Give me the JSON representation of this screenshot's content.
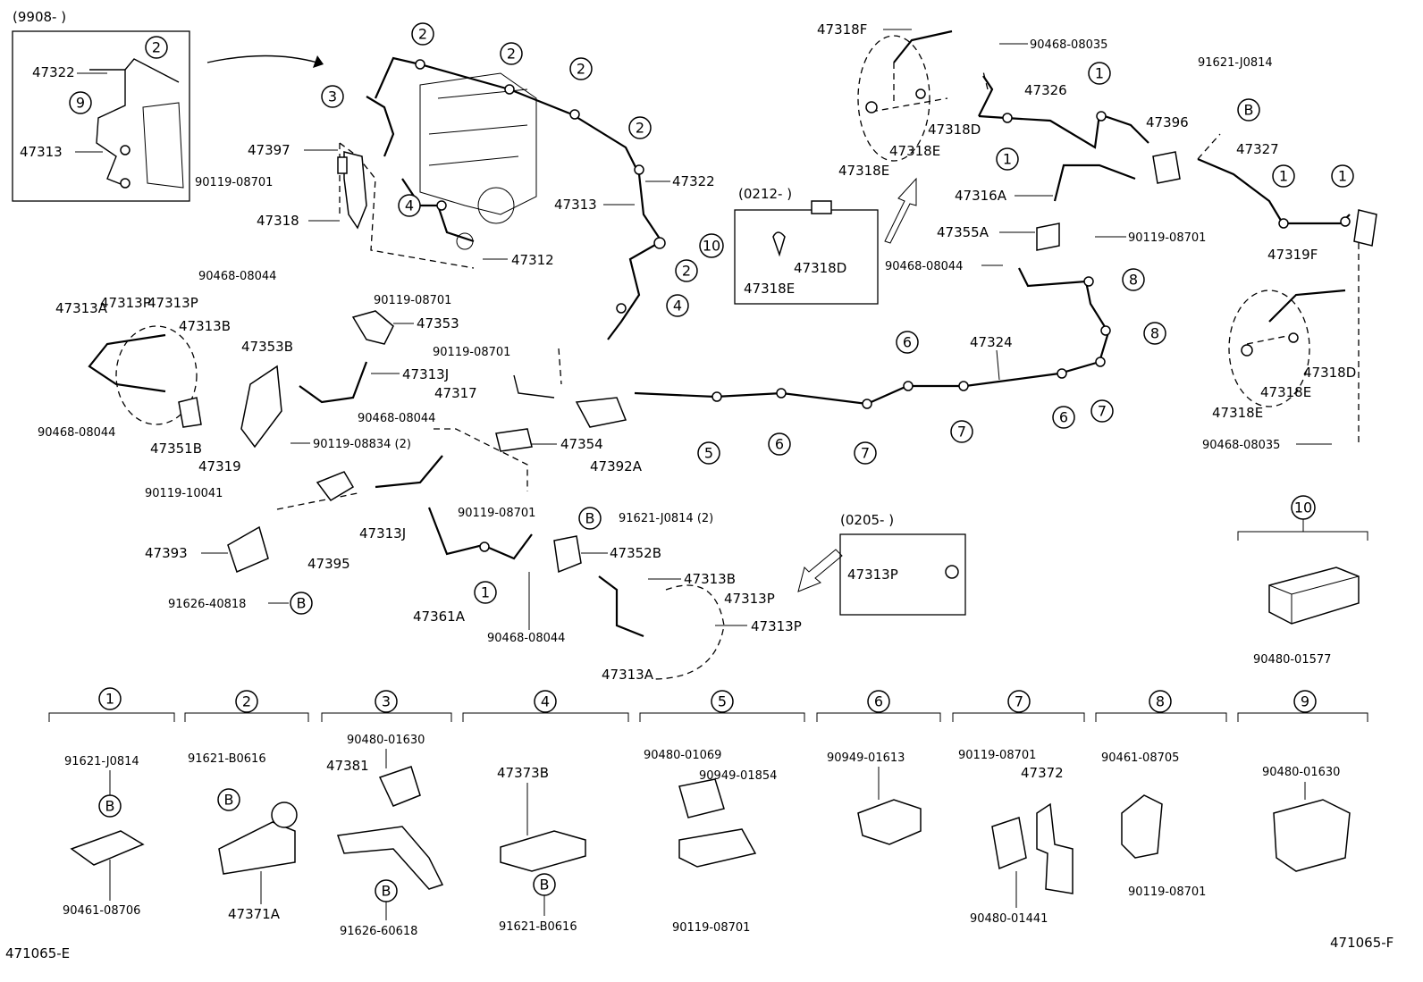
{
  "callouts": {
    "c1": "1",
    "c2": "2",
    "c3": "3",
    "c4": "4",
    "c5": "5",
    "c6": "6",
    "c7": "7",
    "c8": "8",
    "c9": "9",
    "c10": "10",
    "cB": "B"
  },
  "insets": {
    "tl_date": "(9908-        )",
    "mid_date": "(0212-        )",
    "bot_date": "(0205-        )"
  },
  "labels": {
    "p47322_inset": "47322",
    "p47313_inset": "47313",
    "p47397": "47397",
    "p90119_08701_a": "90119-08701",
    "p47318": "47318",
    "p90468_08044_a": "90468-08044",
    "p90119_08701_b": "90119-08701",
    "p47353": "47353",
    "p47313P_a": "47313P",
    "p47313P_b": "47313P",
    "p47313A_a": "47313A",
    "p47313B_a": "47313B",
    "p47353B": "47353B",
    "p47313J_a": "47313J",
    "p90468_08044_b": "90468-08044",
    "p47351B": "47351B",
    "p47319": "47319",
    "p90119_08834": "90119-08834 (2)",
    "p90119_10041": "90119-10041",
    "p47393": "47393",
    "p47395": "47395",
    "p47313J_b": "47313J",
    "p91626_40818": "91626-40818",
    "p47361A": "47361A",
    "p90468_08044_c": "90468-08044",
    "p47313A_b": "47313A",
    "p47312": "47312",
    "p47313_main": "47313",
    "p47322_main": "47322",
    "p90119_08701_c": "90119-08701",
    "p47317": "47317",
    "p90468_08044_d": "90468-08044",
    "p47354": "47354",
    "p47392A": "47392A",
    "p90119_08701_d": "90119-08701",
    "p91621_J0814_2": "91621-J0814 (2)",
    "p47352B": "47352B",
    "p47313B_b": "47313B",
    "p47313P_c": "47313P",
    "p47313P_d": "47313P",
    "p47313P_e": "47313P",
    "p47318F": "47318F",
    "p90468_08035_a": "90468-08035",
    "p47318D_a": "47318D",
    "p47318E_a": "47318E",
    "p47318E_b": "47318E",
    "p47318E_box": "47318E",
    "p47318D_box": "47318D",
    "p47326": "47326",
    "p47396": "47396",
    "p91621_J0814_r": "91621-J0814",
    "p47327": "47327",
    "p47316A": "47316A",
    "p47355A": "47355A",
    "p90119_08701_e": "90119-08701",
    "p90468_08044_e": "90468-08044",
    "p47319F": "47319F",
    "p47318D_b": "47318D",
    "p47318E_c": "47318E",
    "p47318E_d": "47318E",
    "p90468_08035_b": "90468-08035",
    "p47324": "47324",
    "p90480_01577": "90480-01577",
    "k1_a": "91621-J0814",
    "k1_b": "90461-08706",
    "k2_a": "91621-B0616",
    "k2_b": "47371A",
    "k3_a": "90480-01630",
    "k3_b": "47381",
    "k3_c": "91626-60618",
    "k4_a": "47373B",
    "k4_b": "91621-B0616",
    "k5_a": "90480-01069",
    "k5_b": "90949-01854",
    "k5_c": "90119-08701",
    "k6_a": "90949-01613",
    "k7_a": "90119-08701",
    "k7_b": "47372",
    "k7_c": "90480-01441",
    "k8_a": "90461-08705",
    "k8_b": "90119-08701",
    "k9_a": "90480-01630",
    "code_left": "471065-E",
    "code_right": "471065-F"
  }
}
